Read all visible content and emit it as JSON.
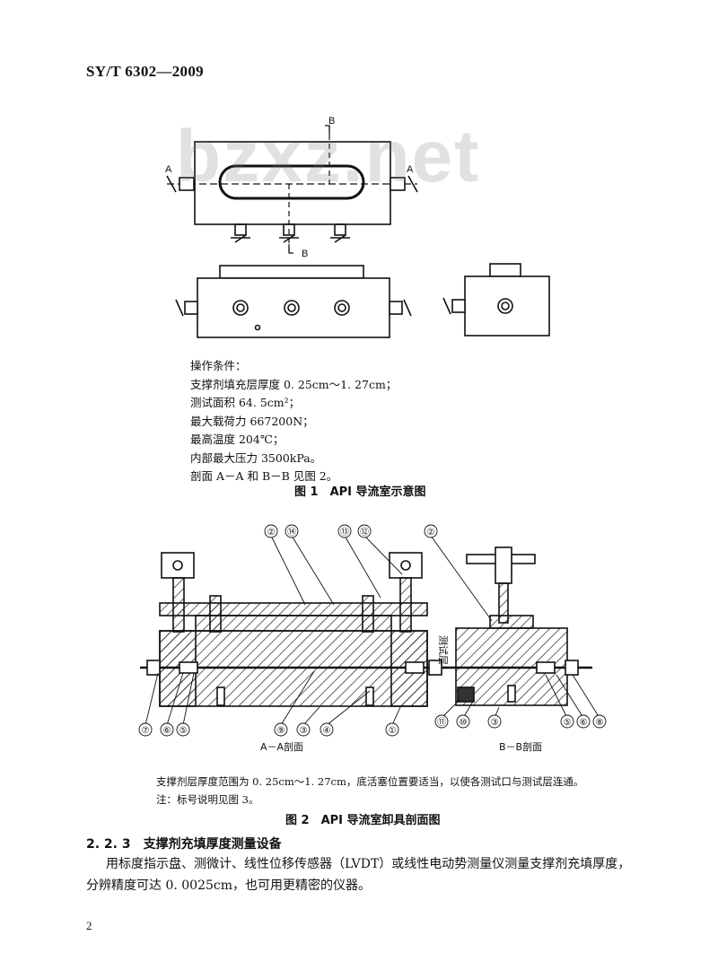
{
  "header": {
    "standard_code": "SY/T 6302—2009"
  },
  "watermark": "bzxz.net",
  "figure1": {
    "section_labels": {
      "a_left": "A",
      "a_right": "A",
      "b_top": "B",
      "b_bottom": "B"
    },
    "conditions": [
      "操作条件：",
      "支撑剂填充层厚度 0. 25cm～1. 27cm；",
      "测试面积 64. 5cm²；",
      "最大载荷力 667200N；",
      "最高温度 204℃；",
      "内部最大压力 3500kPa。",
      "剖面 A－A 和 B－B 见图 2。"
    ],
    "caption": "图 1　API 导流室示意图"
  },
  "figure2": {
    "callouts_top": [
      "②",
      "⑭",
      "⑬",
      "⑫",
      "②"
    ],
    "callouts_bottom_left": [
      "⑦",
      "⑥",
      "⑤",
      "⑨",
      "③",
      "④",
      "①"
    ],
    "callouts_bottom_right": [
      "⑪",
      "⑩",
      "③",
      "⑤",
      "⑥",
      "⑧"
    ],
    "side_label": "测试层",
    "view_labels": [
      "A－A剖面",
      "B－B剖面"
    ],
    "note_1": "支撑剂层厚度范围为 0. 25cm～1. 27cm，底活塞位置要适当，以使各测试口与测试层连通。",
    "note_2": "注：标号说明见图 3。",
    "caption": "图 2　API 导流室卸具剖面图"
  },
  "section": {
    "heading": "2. 2. 3　支撑剂充填厚度测量设备",
    "para_line1": "用标度指示盘、测微计、线性位移传感器（LVDT）或线性电动势测量仪测量支撑剂充填厚度，",
    "para_line2": "分辨精度可达 0. 0025cm，也可用更精密的仪器。"
  },
  "footer": {
    "page_number": "2"
  }
}
